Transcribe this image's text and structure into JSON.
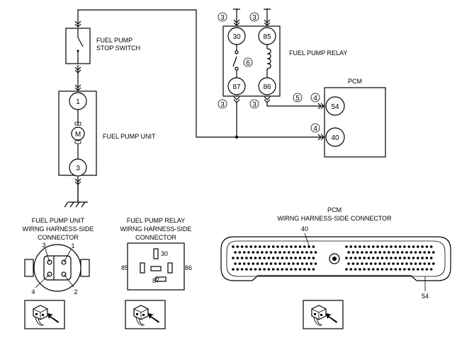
{
  "labels": {
    "fuel_pump_stop_switch_1": "FUEL PUMP",
    "fuel_pump_stop_switch_2": "STOP SWITCH",
    "fuel_pump_unit": "FUEL PUMP UNIT",
    "fuel_pump_relay": "FUEL PUMP RELAY",
    "pcm": "PCM",
    "conn_pump_1": "FUEL PUMP UNIT",
    "conn_pump_2": "WIRNG HARNESS-SIDE",
    "conn_pump_3": "CONNECTOR",
    "conn_relay_1": "FUEL PUMP RELAY",
    "conn_relay_2": "WIRNG HARNESS-SIDE",
    "conn_relay_3": "CONNECTOR",
    "conn_pcm_1": "PCM",
    "conn_pcm_2": "WIRNG HARNESS-SIDE CONNECTOR"
  },
  "pump_unit": {
    "pin_top": "1",
    "motor": "M",
    "pin_bottom": "3"
  },
  "relay": {
    "pin_30": "30",
    "pin_85": "85",
    "pin_87": "87",
    "pin_86": "86"
  },
  "pcm_pins": {
    "pin_54": "54",
    "pin_40": "40"
  },
  "callouts": {
    "c3_a": "3",
    "c3_b": "3",
    "c3_c": "3",
    "c3_d": "3",
    "c6": "6",
    "c5": "5",
    "c4_a": "4",
    "c4_b": "4"
  },
  "pump_connector": {
    "p3": "3",
    "p1": "1",
    "p4": "4",
    "p2": "2"
  },
  "relay_connector": {
    "p30": "30",
    "p85": "85",
    "p86": "86",
    "p87": "87"
  },
  "pcm_connector": {
    "p40": "40",
    "p54": "54"
  }
}
